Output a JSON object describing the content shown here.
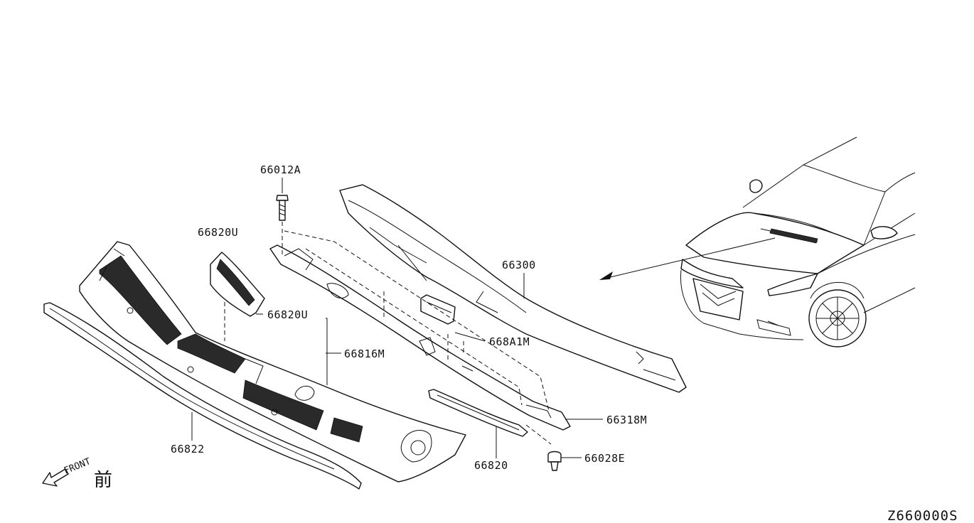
{
  "labels": {
    "p66012A": "66012A",
    "p66820U_a": "66820U",
    "p66820U_b": "66820U",
    "p66816M": "66816M",
    "p66300": "66300",
    "p668A1M": "668A1M",
    "p66318M": "66318M",
    "p66028E": "66028E",
    "p66820": "66820",
    "p66822": "66822"
  },
  "front_text": "FRONT",
  "front_kanji": "前",
  "diagram_code": "Z660000S"
}
